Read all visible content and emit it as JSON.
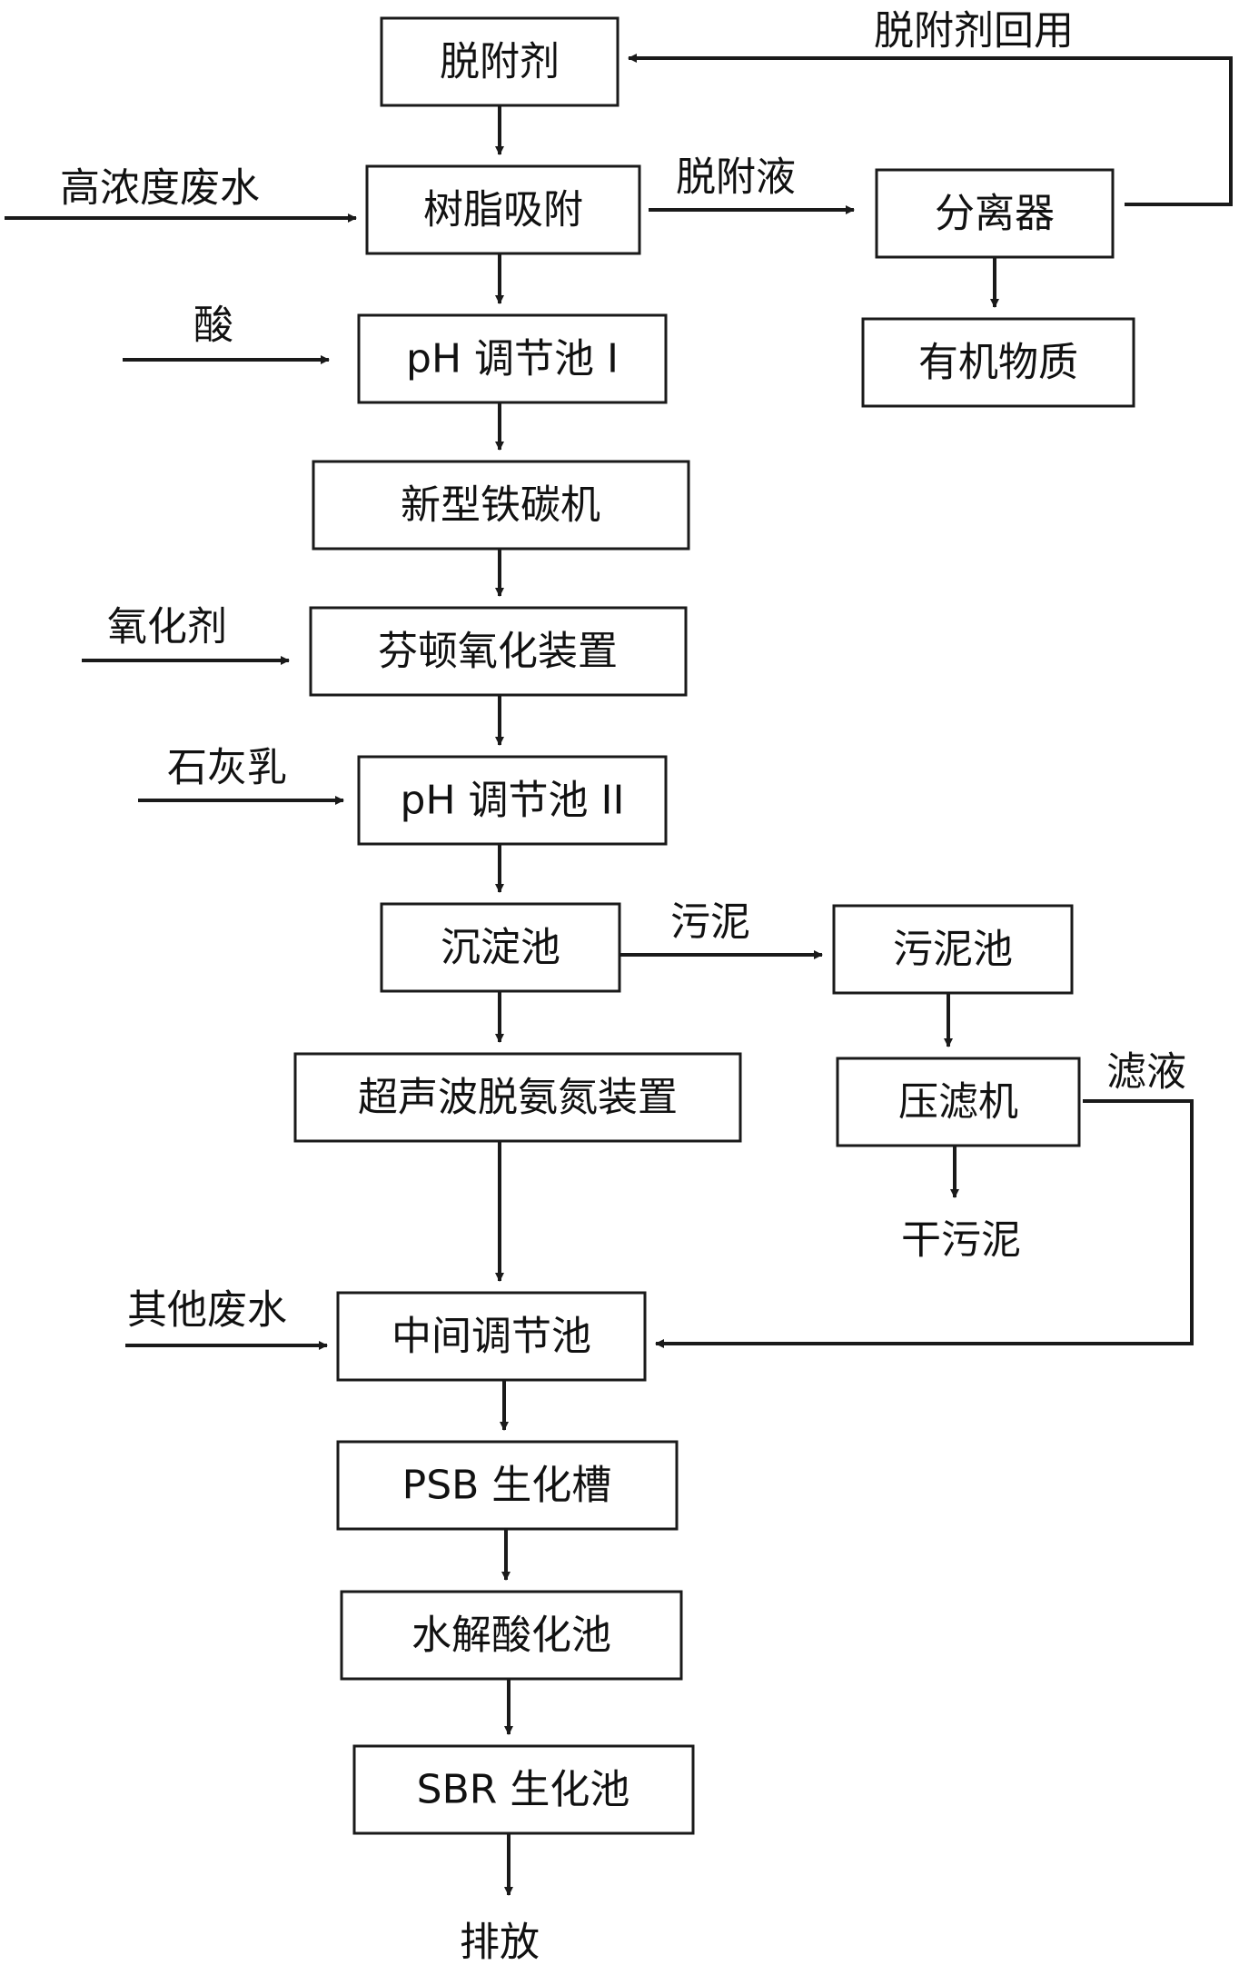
{
  "boxes": {
    "desorbent": "脱附剂",
    "resin_adsorption": "树脂吸附",
    "separator": "分离器",
    "organic_matter": "有机物质",
    "ph_tank_1": "pH 调节池 I",
    "iron_carbon_machine": "新型铁碳机",
    "fenton_device": "芬顿氧化装置",
    "ph_tank_2": "pH 调节池 II",
    "sedimentation_tank": "沉淀池",
    "sludge_tank": "污泥池",
    "filter_press": "压滤机",
    "ultrasonic_device": "超声波脱氨氮装置",
    "intermediate_tank": "中间调节池",
    "psb_tank": "PSB 生化槽",
    "hydrolysis_tank": "水解酸化池",
    "sbr_tank": "SBR 生化池"
  },
  "labels": {
    "desorbent_reuse": "脱附剂回用",
    "high_conc_wastewater": "高浓度废水",
    "desorption_liquid": "脱附液",
    "acid": "酸",
    "oxidant": "氧化剂",
    "lime_milk": "石灰乳",
    "sludge": "污泥",
    "filtrate": "滤液",
    "dry_sludge": "干污泥",
    "other_wastewater": "其他废水",
    "discharge": "排放"
  },
  "colors": {
    "stroke": "#1a1a1a",
    "text": "#111111",
    "background": "#ffffff"
  }
}
